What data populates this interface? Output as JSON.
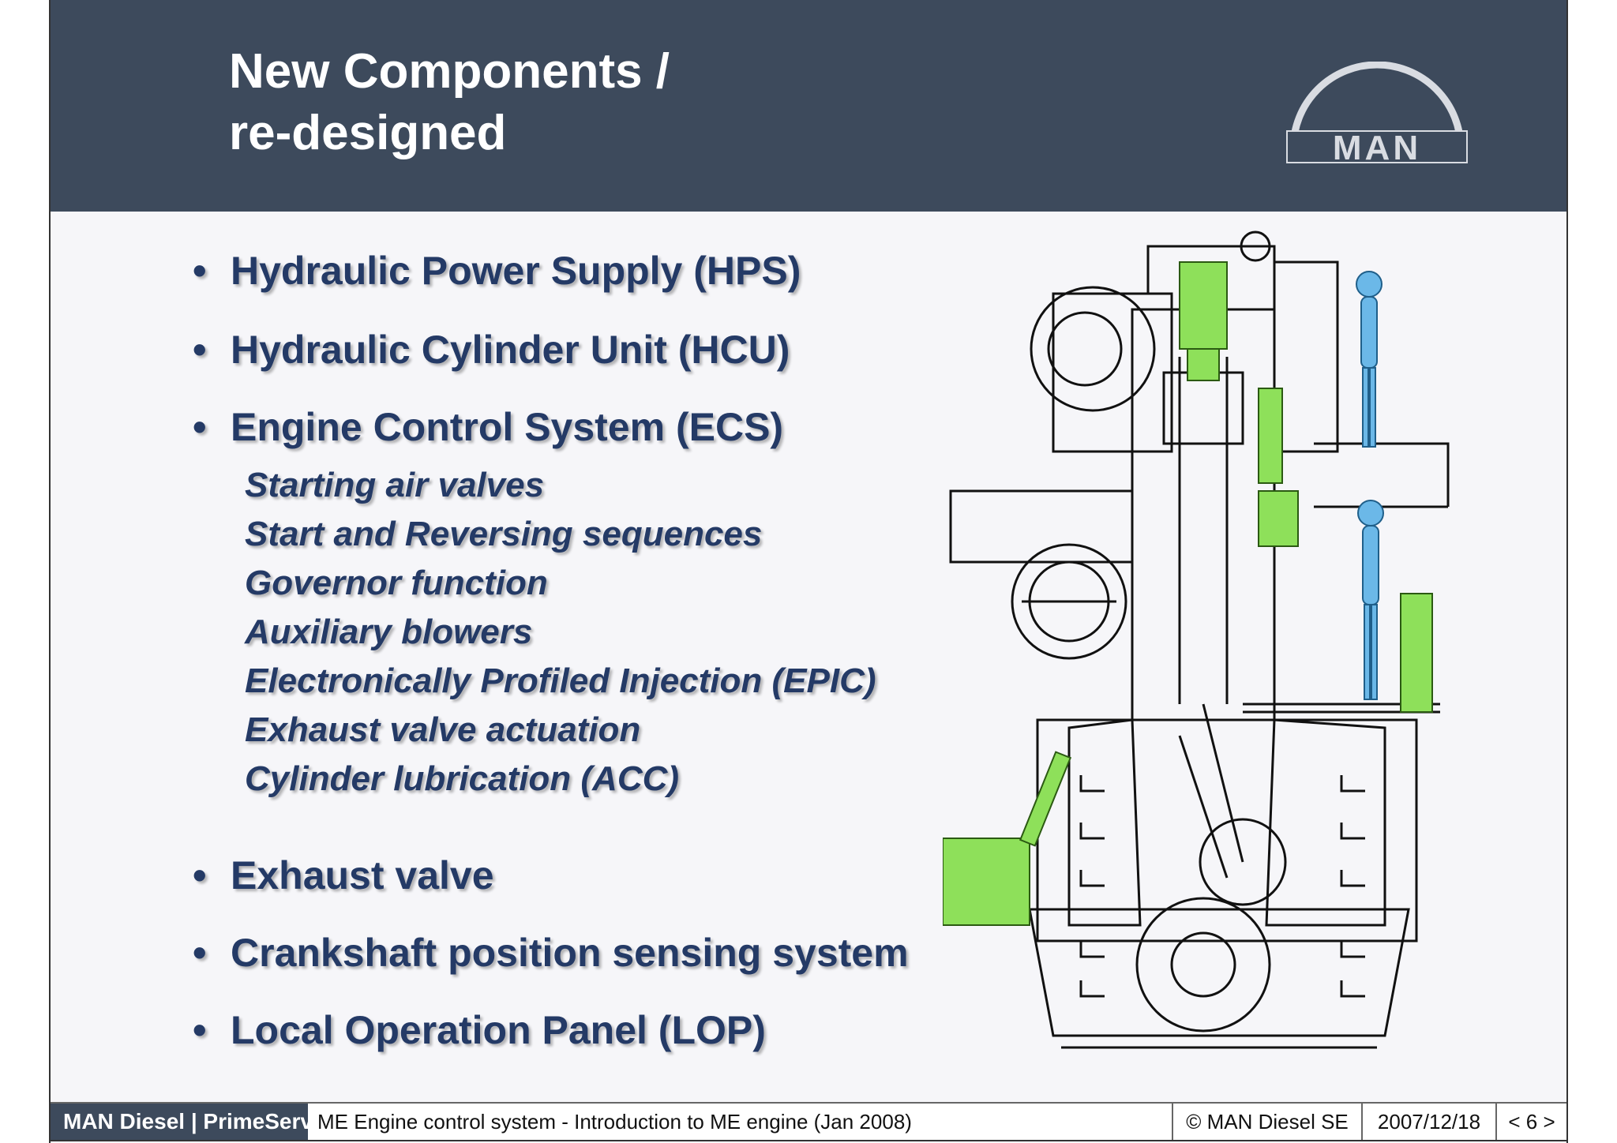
{
  "header": {
    "title_line1": "New Components /",
    "title_line2": "re-designed",
    "logo_text": "MAN"
  },
  "bullets": {
    "hps": "Hydraulic Power Supply (HPS)",
    "hcu": "Hydraulic Cylinder Unit (HCU)",
    "ecs": "Engine Control System (ECS)",
    "ecs_items": [
      "Starting air valves",
      "Start and Reversing sequences",
      "Governor function",
      "Auxiliary blowers",
      "Electronically Profiled Injection (EPIC)",
      "Exhaust valve actuation",
      "Cylinder lubrication (ACC)"
    ],
    "exhaust": "Exhaust valve",
    "crankshaft": "Crankshaft position sensing system",
    "lop": "Local Operation Panel (LOP)",
    "dot": "•"
  },
  "footer": {
    "brand": "MAN Diesel | PrimeServ",
    "description": "ME Engine control system - Introduction to ME engine (Jan 2008)",
    "copyright": "© MAN Diesel SE",
    "date": "2007/12/18",
    "page": "< 6 >"
  },
  "colors": {
    "header_bg": "#3d4a5c",
    "text_blue": "#243a66",
    "highlight_green": "#8ee05a",
    "figure_blue": "#6bb8e8"
  }
}
